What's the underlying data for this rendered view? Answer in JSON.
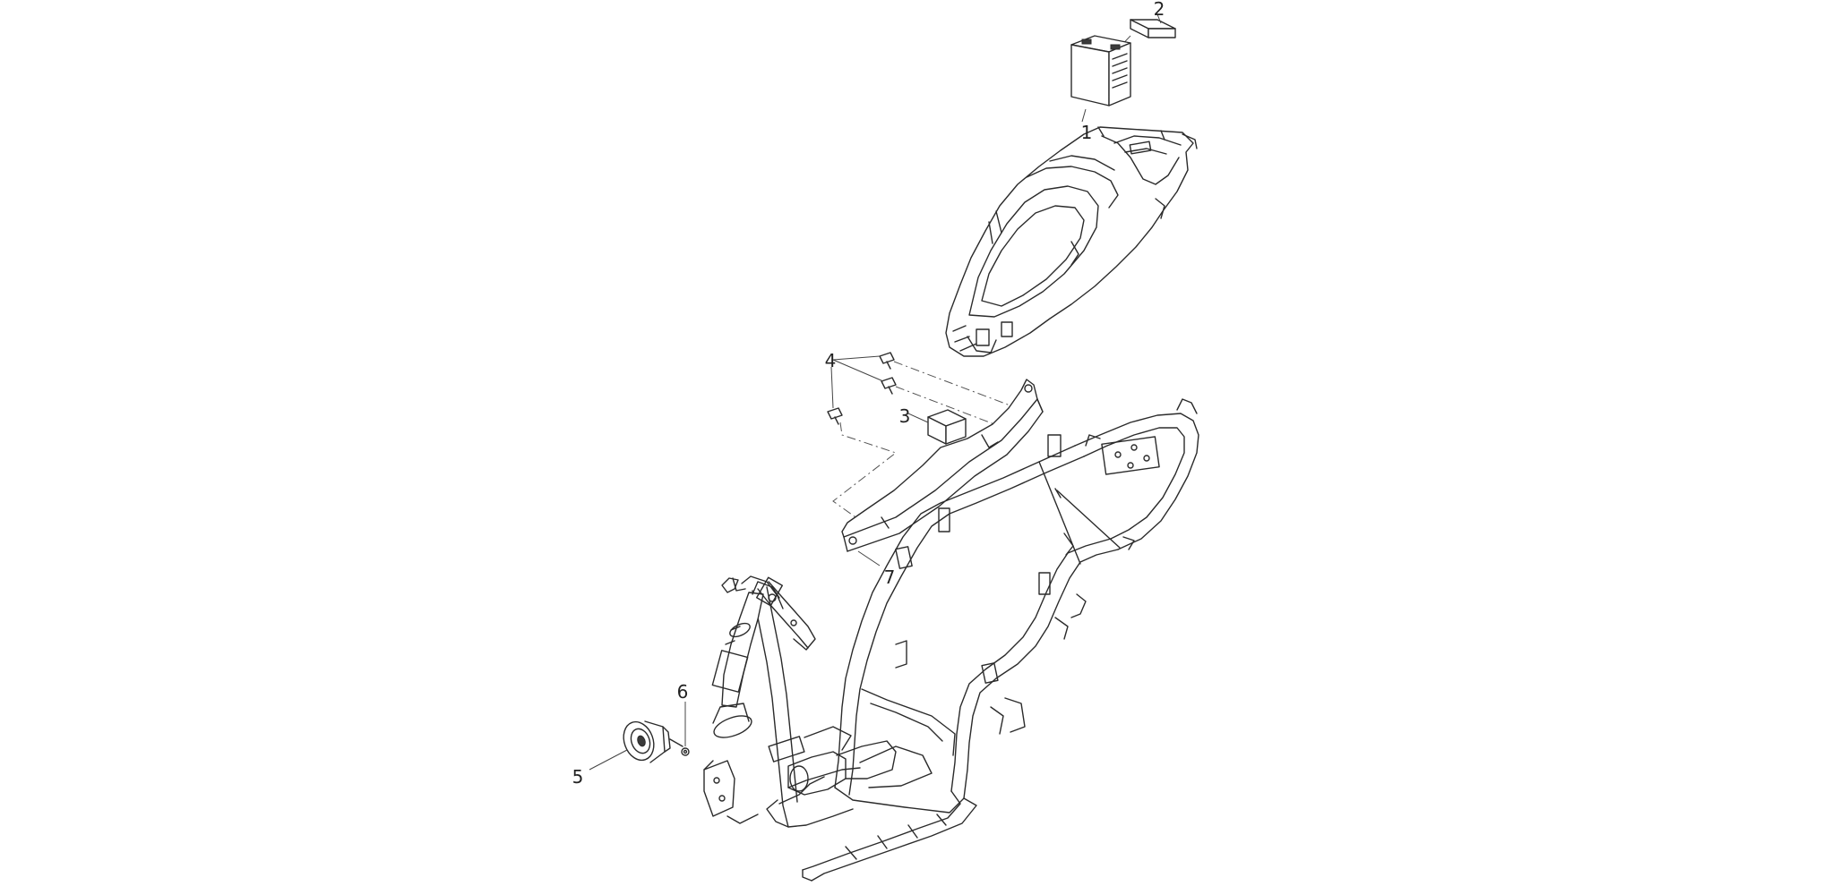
{
  "callouts": [
    {
      "id": "1",
      "label": "1"
    },
    {
      "id": "2",
      "label": "2"
    },
    {
      "id": "3",
      "label": "3"
    },
    {
      "id": "4",
      "label": "4"
    },
    {
      "id": "5",
      "label": "5"
    },
    {
      "id": "6",
      "label": "6"
    },
    {
      "id": "7",
      "label": "7"
    }
  ],
  "parts": [
    {
      "callout": "1",
      "name": "battery-icon"
    },
    {
      "callout": "2",
      "name": "fuse-icon"
    },
    {
      "callout": "3",
      "name": "relay-icon"
    },
    {
      "callout": "4",
      "name": "screw-icon"
    },
    {
      "callout": "5",
      "name": "horn-icon"
    },
    {
      "callout": "6",
      "name": "nut-icon"
    },
    {
      "callout": "7",
      "name": "bracket-icon"
    }
  ]
}
